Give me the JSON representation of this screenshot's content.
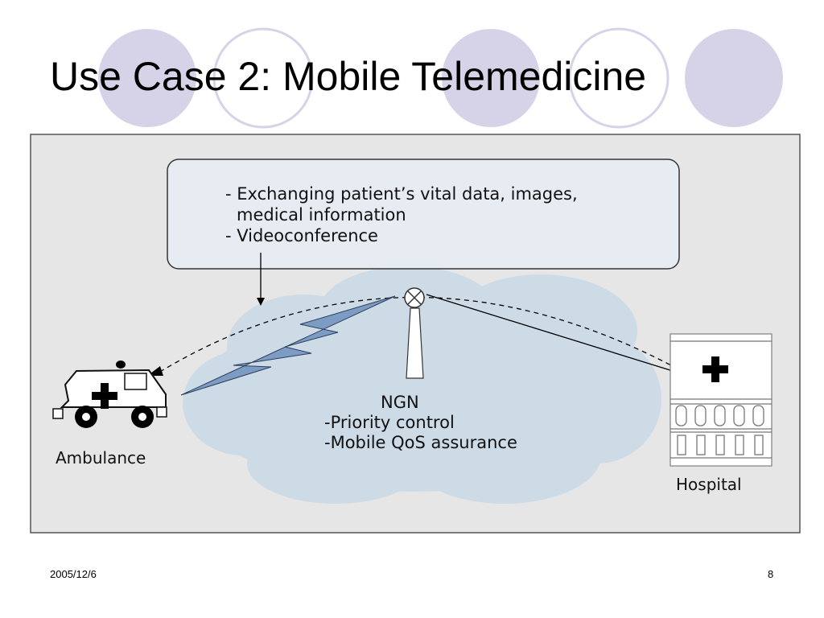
{
  "slide": {
    "title": "Use Case 2: Mobile Telemedicine",
    "footer_date": "2005/12/6",
    "page_number": "8",
    "decoration_colors": {
      "filled": "#d6d3e8",
      "outline": "#d6d3e8"
    }
  },
  "diagram": {
    "callout": {
      "line1": "- Exchanging patient’s vital data, images,",
      "line2": "medical information",
      "line3": "- Videoconference"
    },
    "network": {
      "name": "NGN",
      "feature1": "-Priority control",
      "feature2": "-Mobile QoS assurance"
    },
    "nodes": {
      "ambulance": "Ambulance",
      "hospital": "Hospital"
    },
    "colors": {
      "panel": "#e6e6e6",
      "cloud": "#cddbe6",
      "callout_box": "#e6ecf2",
      "lightning": "#7d9cc4"
    }
  }
}
